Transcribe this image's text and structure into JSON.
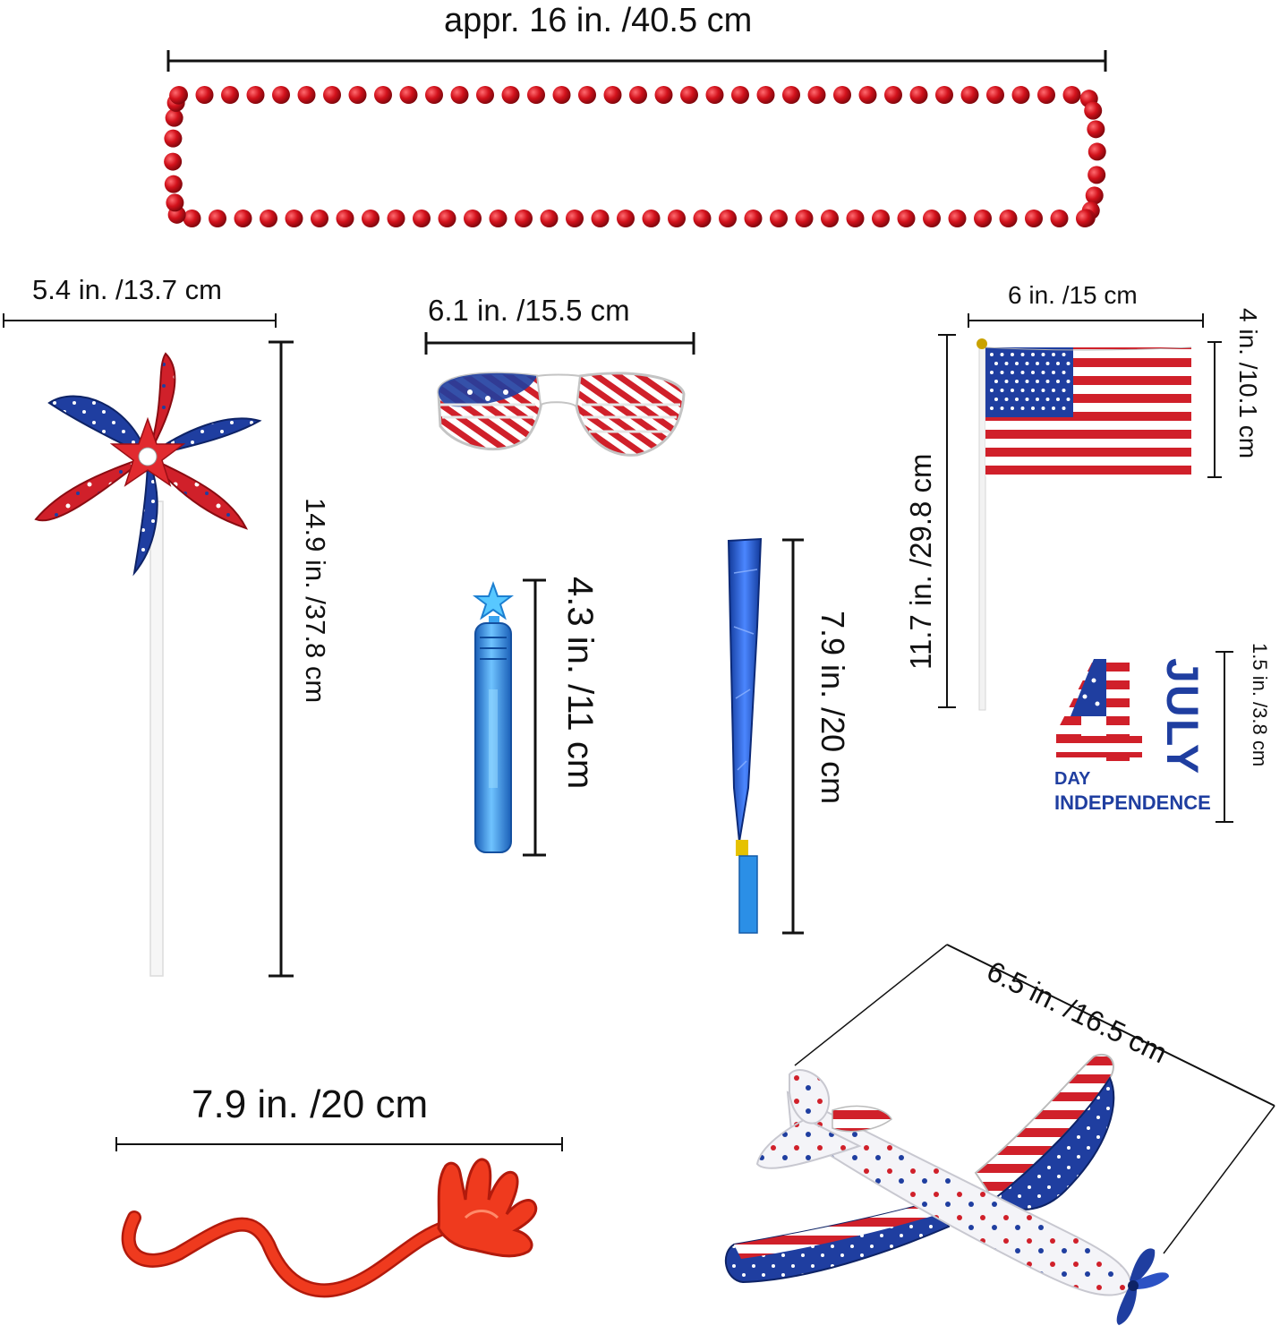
{
  "dimensions": {
    "necklace": "appr. 16 in. /40.5 cm",
    "pinwheel_width": "5.4 in. /13.7 cm",
    "pinwheel_height": "14.9 in. /37.8 cm",
    "glasses_width": "6.1 in. /15.5 cm",
    "bubble_wand_height": "4.3 in. /11 cm",
    "blowout_height": "7.9 in. /20 cm",
    "flag_width": "6 in. /15 cm",
    "flag_height": "4 in. /10.1 cm",
    "flag_stick_height": "11.7 in. /29.8 cm",
    "sticker_height": "1.5 in. /3.8 cm",
    "sticky_hand_width": "7.9 in. /20 cm",
    "glider_width": "6.5 in. /16.5 cm"
  },
  "sticker": {
    "number": "4",
    "month": "JULY",
    "day_label": "DAY",
    "word": "INDEPENDENCE"
  },
  "colors": {
    "red": "#d0202a",
    "blue": "#1f3ea0",
    "light_blue": "#2f8fe0",
    "sticky_red": "#ef3a1e"
  }
}
